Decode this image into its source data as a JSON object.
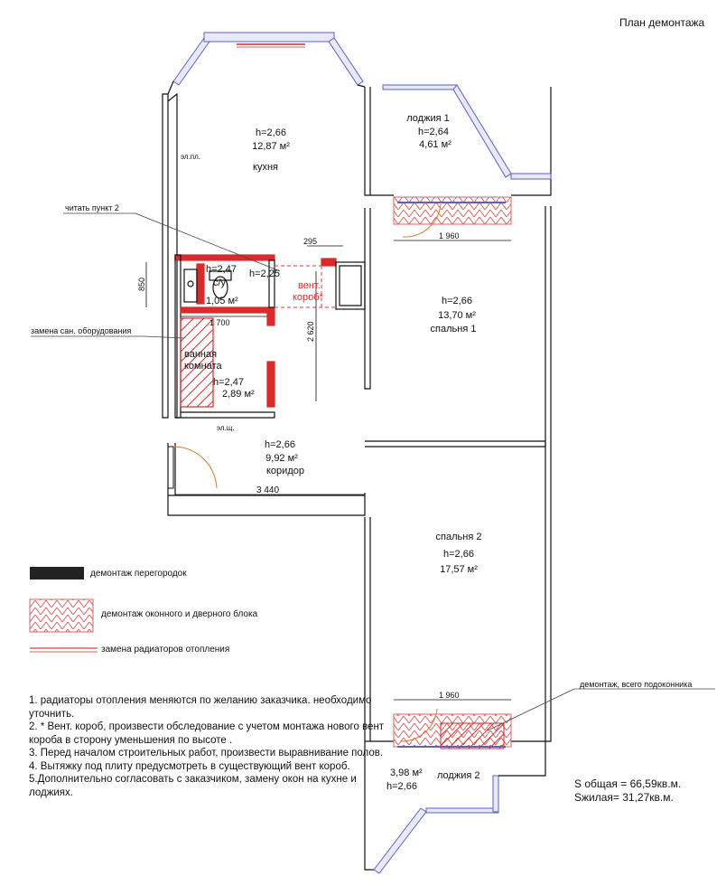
{
  "title": "План демонтажа",
  "rooms": {
    "kitchen": {
      "height": "h=2,66",
      "area": "12,87 м²",
      "name": "кухня",
      "note": "эл.пл."
    },
    "loggia1": {
      "name": "лоджия 1",
      "height": "h=2,64",
      "area": "4,61 м²"
    },
    "wc": {
      "height": "h=2,47",
      "label": "с/у",
      "area": "1,05 м²",
      "height2": "h=2,25"
    },
    "vent": {
      "line1": "вент.",
      "line2": "короб*"
    },
    "bathroom": {
      "line1": "ванная",
      "line2": "комната",
      "height": "h=2,47",
      "area": "2,89 м²"
    },
    "bedroom1": {
      "height": "h=2,66",
      "area": "13,70 м²",
      "name": "спальня 1"
    },
    "corridor": {
      "height": "h=2,66",
      "area": "9,92 м²",
      "name": "коридор",
      "note": "эл.щ."
    },
    "bedroom2": {
      "name": "спальня 2",
      "height": "h=2,66",
      "area": "17,57 м²"
    },
    "loggia2": {
      "area": "3,98 м²",
      "name": "лоджия 2",
      "height": "h=2,66"
    }
  },
  "dimensions": {
    "d850": "850",
    "d1700": "1 700",
    "d295": "295",
    "d2620": "2 620",
    "d1960_top": "1 960",
    "d3440": "3 440",
    "d1960_bottom": "1 960"
  },
  "callouts": {
    "read_point2": "читать пункт 2",
    "replace_plumbing": "замена сан. оборудования",
    "sill_demolition": "демонтаж, всего подоконника"
  },
  "legend": [
    {
      "label": "демонтаж перегородок"
    },
    {
      "label": "демонтаж оконного и дверного блока"
    },
    {
      "label": "замена радиаторов отопления"
    }
  ],
  "notes": [
    "1. радиаторы отопления меняются по желанию заказчика. необходимо уточнить.",
    "2. * Вент. короб, произвести обследование с учетом монтажа нового вент короба в сторону уменьшения по высоте .",
    "3. Перед началом строительных работ, произвести выравнивание полов.",
    "4. Вытяжку под плиту предусмотреть в существующий вент короб.",
    "5.Дополнительно согласовать с заказчиком, замену окон на кухне и лоджиях."
  ],
  "totals": {
    "total": "S общая = 66,59кв.м.",
    "living": "Sжилая= 31,27кв.м."
  },
  "colors": {
    "wall": "#111111",
    "demolition": "#d92b2b",
    "window": "#5b5fc7"
  }
}
